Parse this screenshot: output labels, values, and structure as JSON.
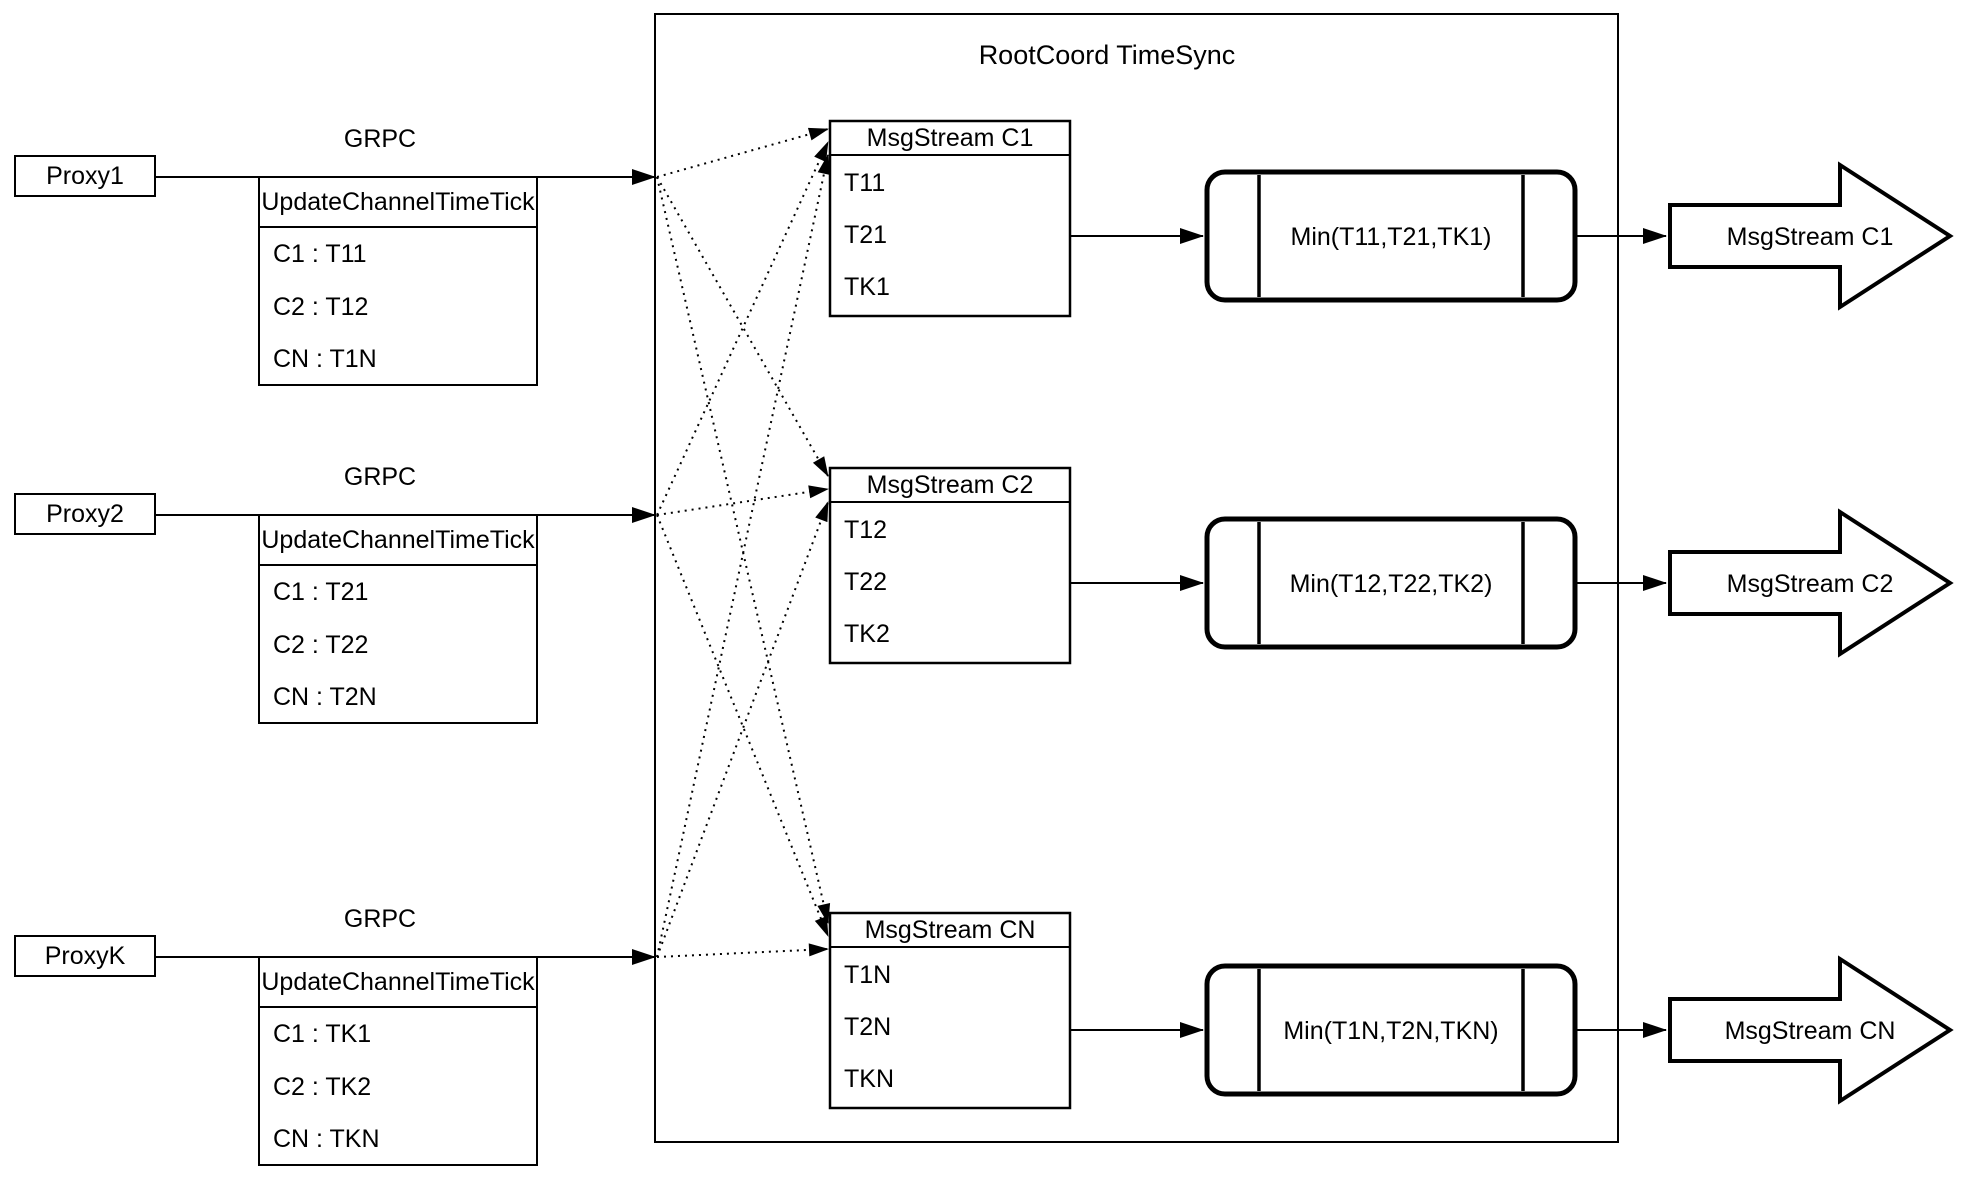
{
  "diagram": {
    "title": "RootCoord TimeSync",
    "colors": {
      "stroke": "#000000",
      "background": "#ffffff"
    },
    "rows": [
      {
        "proxy_label": "Proxy1",
        "protocol_label": "GRPC",
        "tick_title": "UpdateChannelTimeTick",
        "tick_entries": [
          "C1 :  T11",
          "C2 :  T12",
          "CN : T1N"
        ],
        "stream_title": "MsgStream C1",
        "stream_entries": [
          "T11",
          "T21",
          "TK1"
        ],
        "min_label": "Min(T11,T21,TK1)",
        "output_label": "MsgStream C1"
      },
      {
        "proxy_label": "Proxy2",
        "protocol_label": "GRPC",
        "tick_title": "UpdateChannelTimeTick",
        "tick_entries": [
          "C1 :  T21",
          "C2 :  T22",
          "CN : T2N"
        ],
        "stream_title": "MsgStream C2",
        "stream_entries": [
          "T12",
          "T22",
          "TK2"
        ],
        "min_label": "Min(T12,T22,TK2)",
        "output_label": "MsgStream C2"
      },
      {
        "proxy_label": "ProxyK",
        "protocol_label": "GRPC",
        "tick_title": "UpdateChannelTimeTick",
        "tick_entries": [
          "C1 :  TK1",
          "C2 :  TK2",
          "CN : TKN"
        ],
        "stream_title": "MsgStream CN",
        "stream_entries": [
          "T1N",
          "T2N",
          "TKN"
        ],
        "min_label": "Min(T1N,T2N,TKN)",
        "output_label": "MsgStream CN"
      }
    ]
  }
}
